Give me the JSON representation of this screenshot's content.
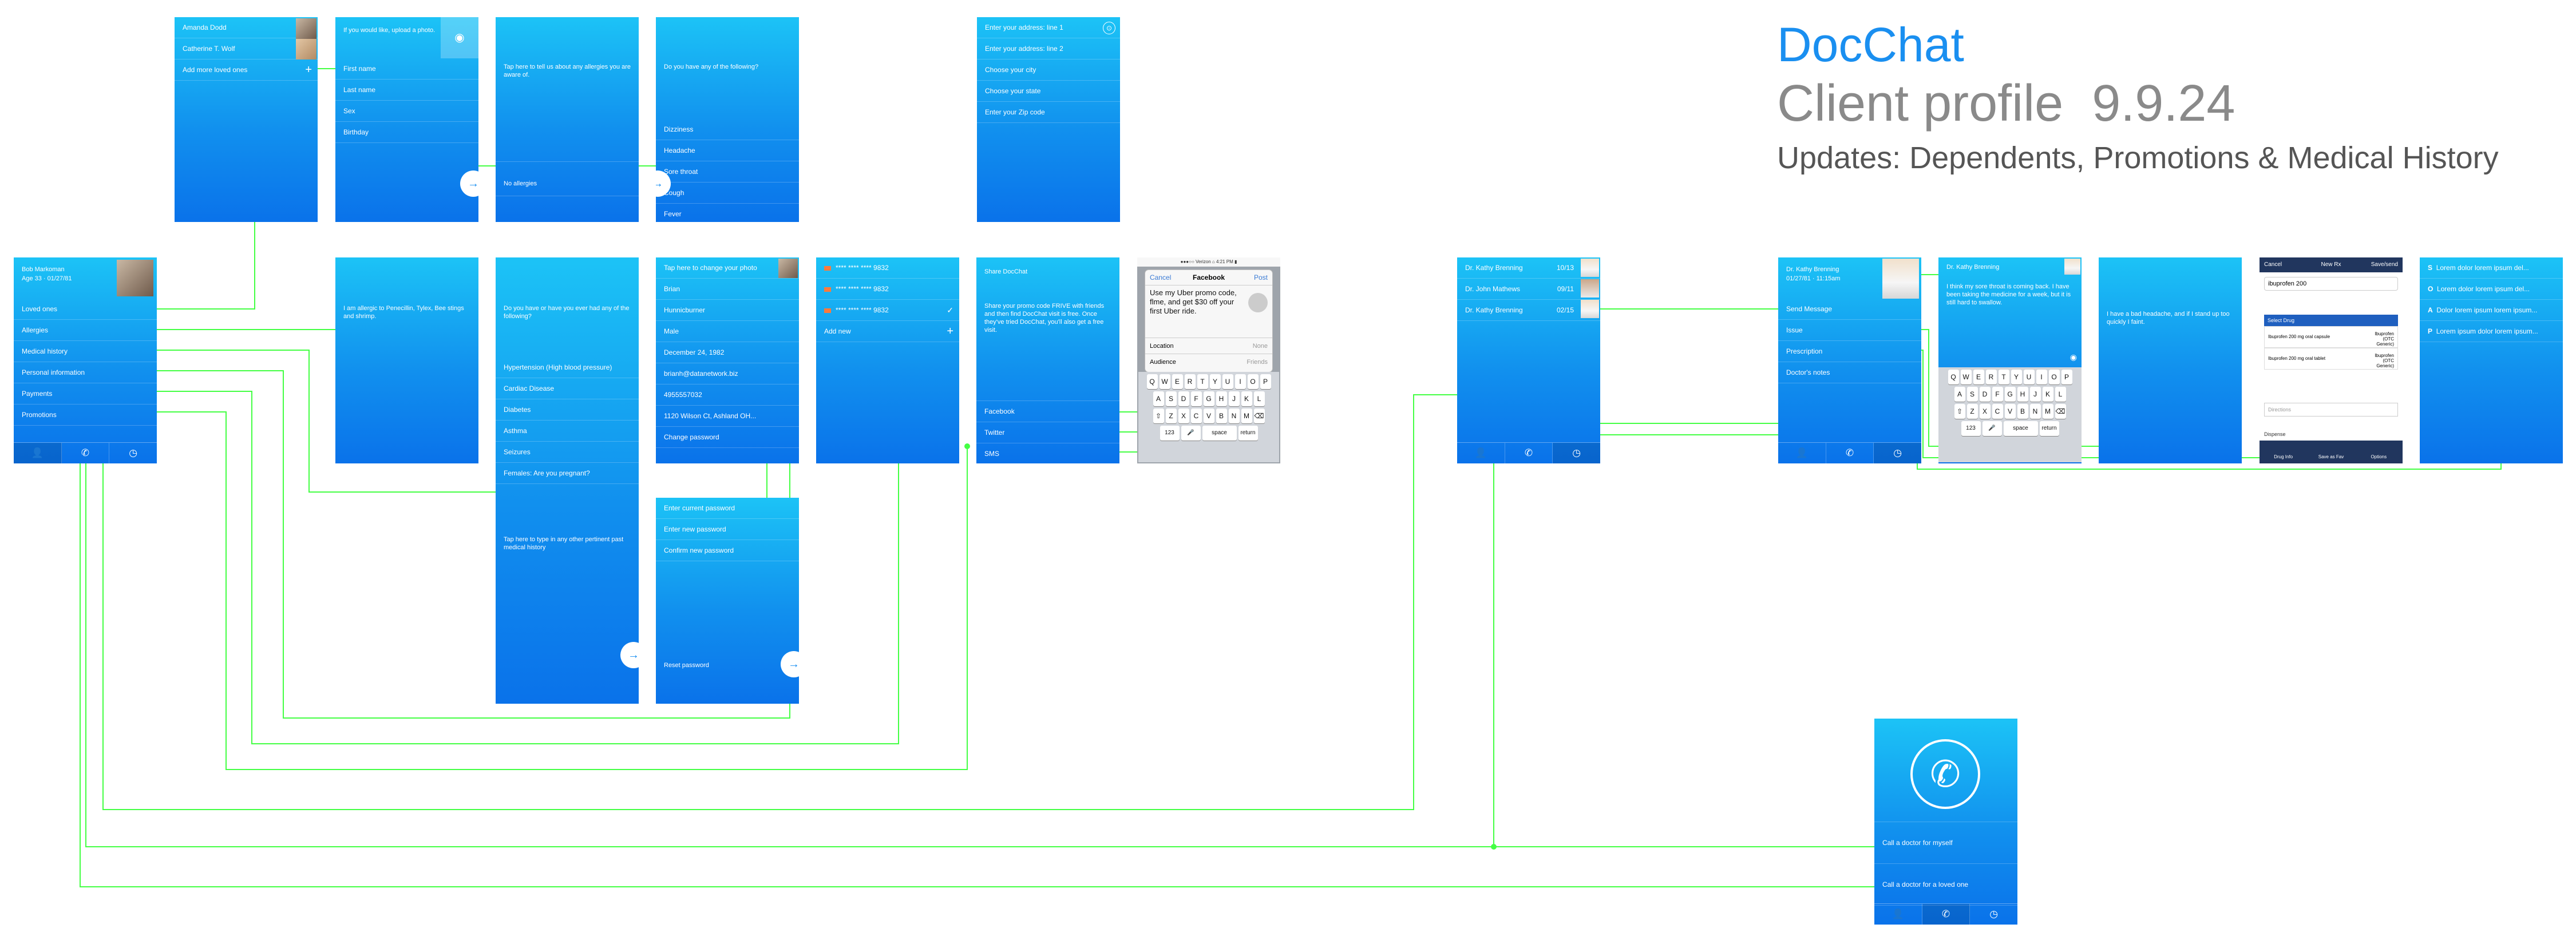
{
  "header": {
    "app_name": "DocChat",
    "subtitle_label": "Client profile",
    "subtitle_date": "9.9.24",
    "updates": "Updates: Dependents, Promotions & Medical History"
  },
  "colors": {
    "gradient_top": "#1cc3f6",
    "gradient_bottom": "#0a72ea",
    "connector": "#44ff44",
    "title": "#1a8ff0",
    "subtitle": "#888888"
  },
  "tabs": {
    "profile": "👤",
    "call": "✆",
    "history": "◷"
  },
  "main_profile": {
    "name": "Bob Markoman",
    "age": "Age 33 · 01/27/81",
    "items": [
      "Loved ones",
      "Allergies",
      "Medical history",
      "Personal information",
      "Payments",
      "Promotions"
    ]
  },
  "loved_ones": {
    "items": [
      "Amanda Dodd",
      "Catherine T. Wolf",
      "Add more loved ones"
    ],
    "plus": "+"
  },
  "add_loved_one": {
    "photo_prompt": "If you would like, upload a photo.",
    "fields": [
      "First name",
      "Last name",
      "Sex",
      "Birthday"
    ],
    "next": "→"
  },
  "allergy_entry": {
    "prompt": "Tap here to tell us about any allergies you are aware of.",
    "no_allergies": "No allergies",
    "next": "→"
  },
  "symptoms": {
    "prompt": "Do you have any of the following?",
    "items": [
      "Dizziness",
      "Headache",
      "Sore throat",
      "Cough",
      "Fever"
    ]
  },
  "address": {
    "items": [
      "Enter your address: line 1",
      "Enter your address: line 2",
      "Choose your city",
      "Choose your state",
      "Enter your Zip code"
    ]
  },
  "allergies_list": {
    "text": "I am allergic to Penecillin, Tylex, Bee stings and shrimp."
  },
  "medical_history": {
    "prompt": "Do you have or have you ever had any of the following?",
    "items": [
      "Hypertension (High blood pressure)",
      "Cardiac Disease",
      "Diabetes",
      "Asthma",
      "Seizures",
      "Females: Are you pregnant?"
    ],
    "notes": "Tap here to type in any other pertinent past medical history",
    "next": "→"
  },
  "personal_info": {
    "photo_prompt": "Tap here to change your photo",
    "items": [
      "Brian",
      "Hunnicburner",
      "Male",
      "December 24, 1982",
      "brianh@datanetwork.biz",
      "4955557032",
      "1120 Wilson Ct, Ashland OH...",
      "Change password"
    ]
  },
  "change_password": {
    "items": [
      "Enter current password",
      "Enter new password",
      "Confirm new password"
    ],
    "reset": "Reset password",
    "next": "→"
  },
  "payments": {
    "cards": [
      "**** **** **** 9832",
      "**** **** **** 9832",
      "**** **** **** 9832"
    ],
    "check": "✓",
    "add_new": "Add new",
    "plus": "+"
  },
  "promotions": {
    "title": "Share DocChat",
    "text": "Share your promo code FRIVE with friends and then find DocChat visit is free. Once they've tried DocChat, you'll also get a free visit.",
    "items": [
      "Facebook",
      "Twitter",
      "SMS"
    ]
  },
  "facebook_share": {
    "status": "●●●○○ Verizon  ⌂   4:21 PM   ▮",
    "cancel": "Cancel",
    "title": "Facebook",
    "post": "Post",
    "message": "Use my Uber promo code, flme, and get $30 off your first Uber ride.",
    "location_label": "Location",
    "location_value": "None",
    "audience_label": "Audience",
    "audience_value": "Friends",
    "keyboard": {
      "row1": [
        "Q",
        "W",
        "E",
        "R",
        "T",
        "Y",
        "U",
        "I",
        "O",
        "P"
      ],
      "row2": [
        "A",
        "S",
        "D",
        "F",
        "G",
        "H",
        "J",
        "K",
        "L"
      ],
      "row3": [
        "⇧",
        "Z",
        "X",
        "C",
        "V",
        "B",
        "N",
        "M",
        "⌫"
      ],
      "row4": [
        "123",
        "🎤",
        "space",
        "return"
      ]
    }
  },
  "doctor_list": {
    "items": [
      {
        "name": "Dr. Kathy Brenning",
        "date": "10/13"
      },
      {
        "name": "Dr. John Mathews",
        "date": "09/11"
      },
      {
        "name": "Dr. Kathy Brenning",
        "date": "02/15"
      }
    ]
  },
  "visit_detail": {
    "doctor": "Dr. Kathy Brenning",
    "date": "01/27/81 · 11:15am",
    "items": [
      "Send Message",
      "Issue",
      "Prescription",
      "Doctor's notes"
    ]
  },
  "message": {
    "doctor": "Dr. Kathy Brenning",
    "text": "I think my sore throat is coming back. I have been taking the medicine for a week, but it is still hard to swallow.",
    "keyboard": {
      "row1": [
        "Q",
        "W",
        "E",
        "R",
        "T",
        "Y",
        "U",
        "I",
        "O",
        "P"
      ],
      "row2": [
        "A",
        "S",
        "D",
        "F",
        "G",
        "H",
        "J",
        "K",
        "L"
      ],
      "row3": [
        "⇧",
        "Z",
        "X",
        "C",
        "V",
        "B",
        "N",
        "M",
        "⌫"
      ],
      "row4": [
        "123",
        "🎤",
        "space",
        "return"
      ]
    }
  },
  "issue": {
    "text": "I have a bad headache, and if I stand up too quickly I faint."
  },
  "prescription": {
    "cancel": "Cancel",
    "title": "New Rx",
    "done": "Save/send",
    "search": "ibuprofen 200",
    "select_drug": "Select Drug",
    "drugs": [
      {
        "name": "Ibuprofen 200 mg oral capsule",
        "tag": "Ibuprofen (OTC Generic)"
      },
      {
        "name": "Ibuprofen 200 mg oral tablet",
        "tag": "Ibuprofen (OTC Generic)"
      }
    ],
    "directions": "Directions",
    "dispense": "Dispense",
    "toolbar": [
      "Drug Info",
      "Save as Fav",
      "Options"
    ]
  },
  "doctor_notes": {
    "items": [
      {
        "marker": "S",
        "text": "Lorem dolor lorem ipsum del..."
      },
      {
        "marker": "O",
        "text": "Lorem dolor lorem ipsum del..."
      },
      {
        "marker": "A",
        "text": "Dolor lorem ipsum lorem ipsum..."
      },
      {
        "marker": "P",
        "text": "Lorem ipsum dolor lorem ipsum..."
      }
    ]
  },
  "call": {
    "icon": "✆",
    "items": [
      "Call a doctor for myself",
      "Call a doctor for a loved one"
    ]
  }
}
